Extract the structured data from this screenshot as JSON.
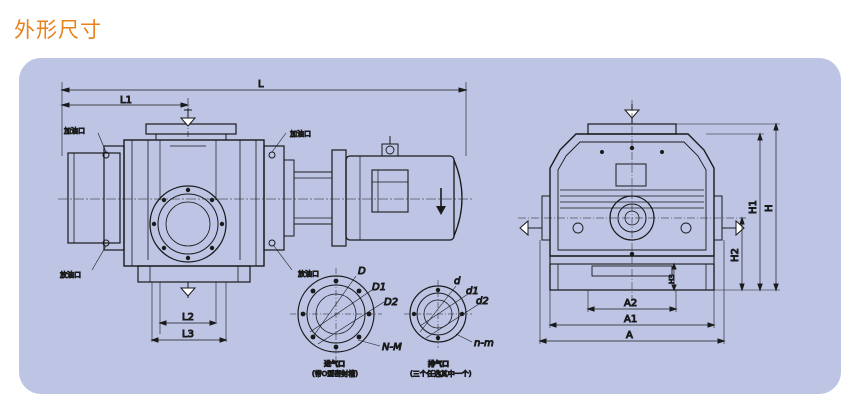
{
  "page": {
    "title": "外形尺寸"
  },
  "colors": {
    "title": "#e8821e",
    "panel": "#bdc4e4",
    "line": "#1a1a1a"
  },
  "dims": {
    "L": "L",
    "L1": "L1",
    "L2": "L2",
    "L3": "L3",
    "D": "D",
    "D1": "D1",
    "D2": "D2",
    "N_M": "N-M",
    "d": "d",
    "d1": "d1",
    "d2": "d2",
    "n_m": "n-m",
    "A": "A",
    "A1": "A1",
    "A2": "A2",
    "H": "H",
    "H1": "H1",
    "H2": "H2",
    "H3": "H3"
  },
  "notes": {
    "oil_fill_1": "加油口",
    "oil_fill_2": "加油口",
    "oil_drain_1": "放油口",
    "oil_drain_2": "放油口"
  },
  "flanges": {
    "inlet_title": "进气口",
    "inlet_sub": "(带O型密封槽)",
    "outlet_title": "排气口",
    "outlet_sub": "(三个任选其中一个)"
  }
}
